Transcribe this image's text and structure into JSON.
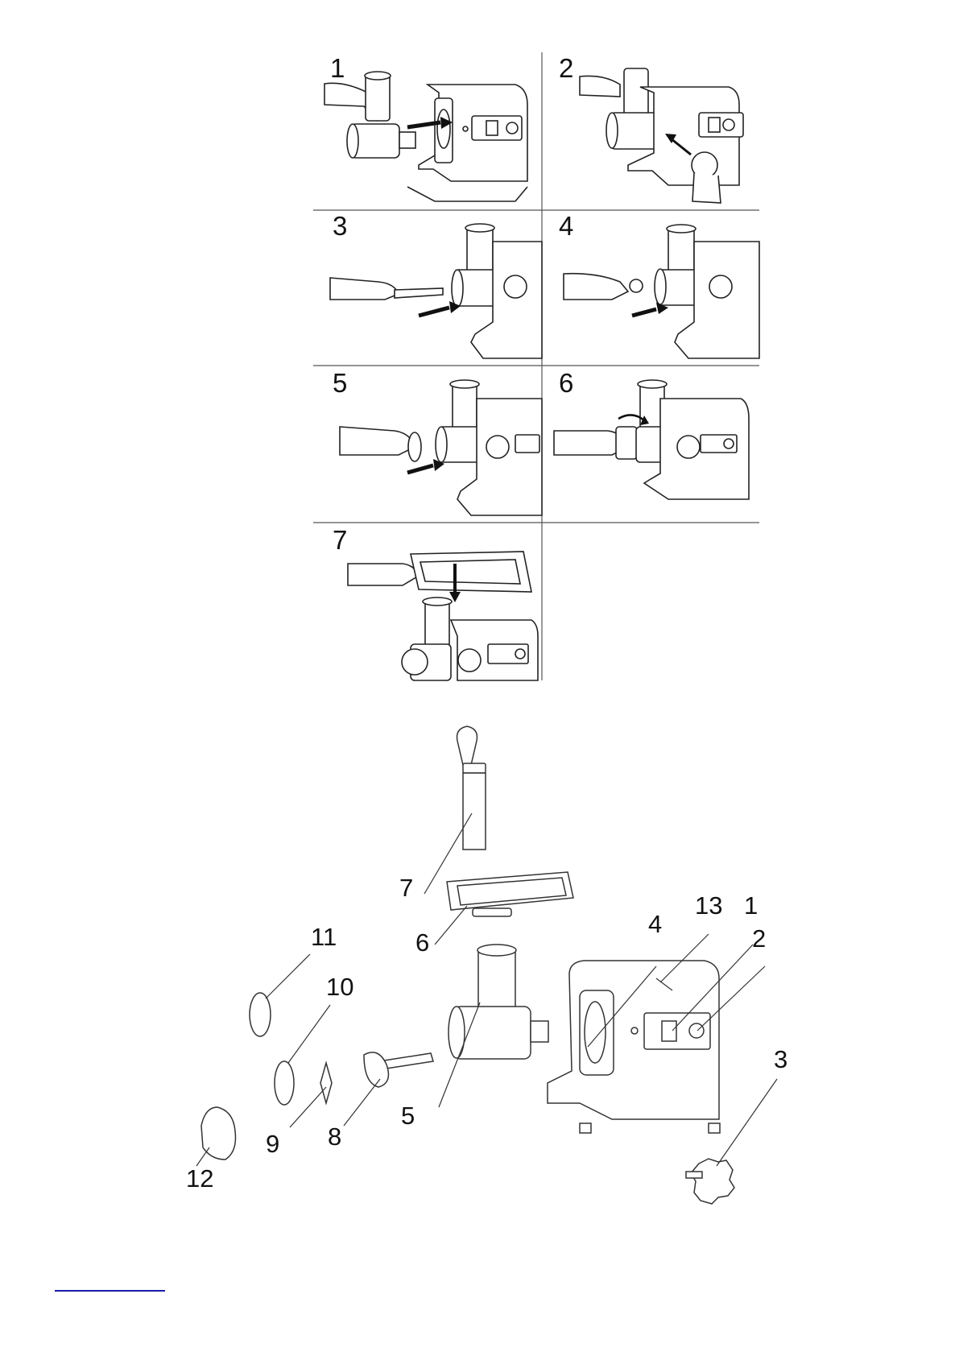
{
  "steps": [
    {
      "label": "1"
    },
    {
      "label": "2"
    },
    {
      "label": "3"
    },
    {
      "label": "4"
    },
    {
      "label": "5"
    },
    {
      "label": "6"
    },
    {
      "label": "7"
    }
  ],
  "parts": [
    {
      "label": "1"
    },
    {
      "label": "2"
    },
    {
      "label": "3"
    },
    {
      "label": "4"
    },
    {
      "label": "5"
    },
    {
      "label": "6"
    },
    {
      "label": "7"
    },
    {
      "label": "8"
    },
    {
      "label": "9"
    },
    {
      "label": "10"
    },
    {
      "label": "11"
    },
    {
      "label": "12"
    },
    {
      "label": "13"
    }
  ],
  "colors": {
    "line": "#222222",
    "grid": "#555555",
    "link": "#1a1aa8",
    "fill": "#ffffff",
    "shade": "#d9d9d9"
  }
}
